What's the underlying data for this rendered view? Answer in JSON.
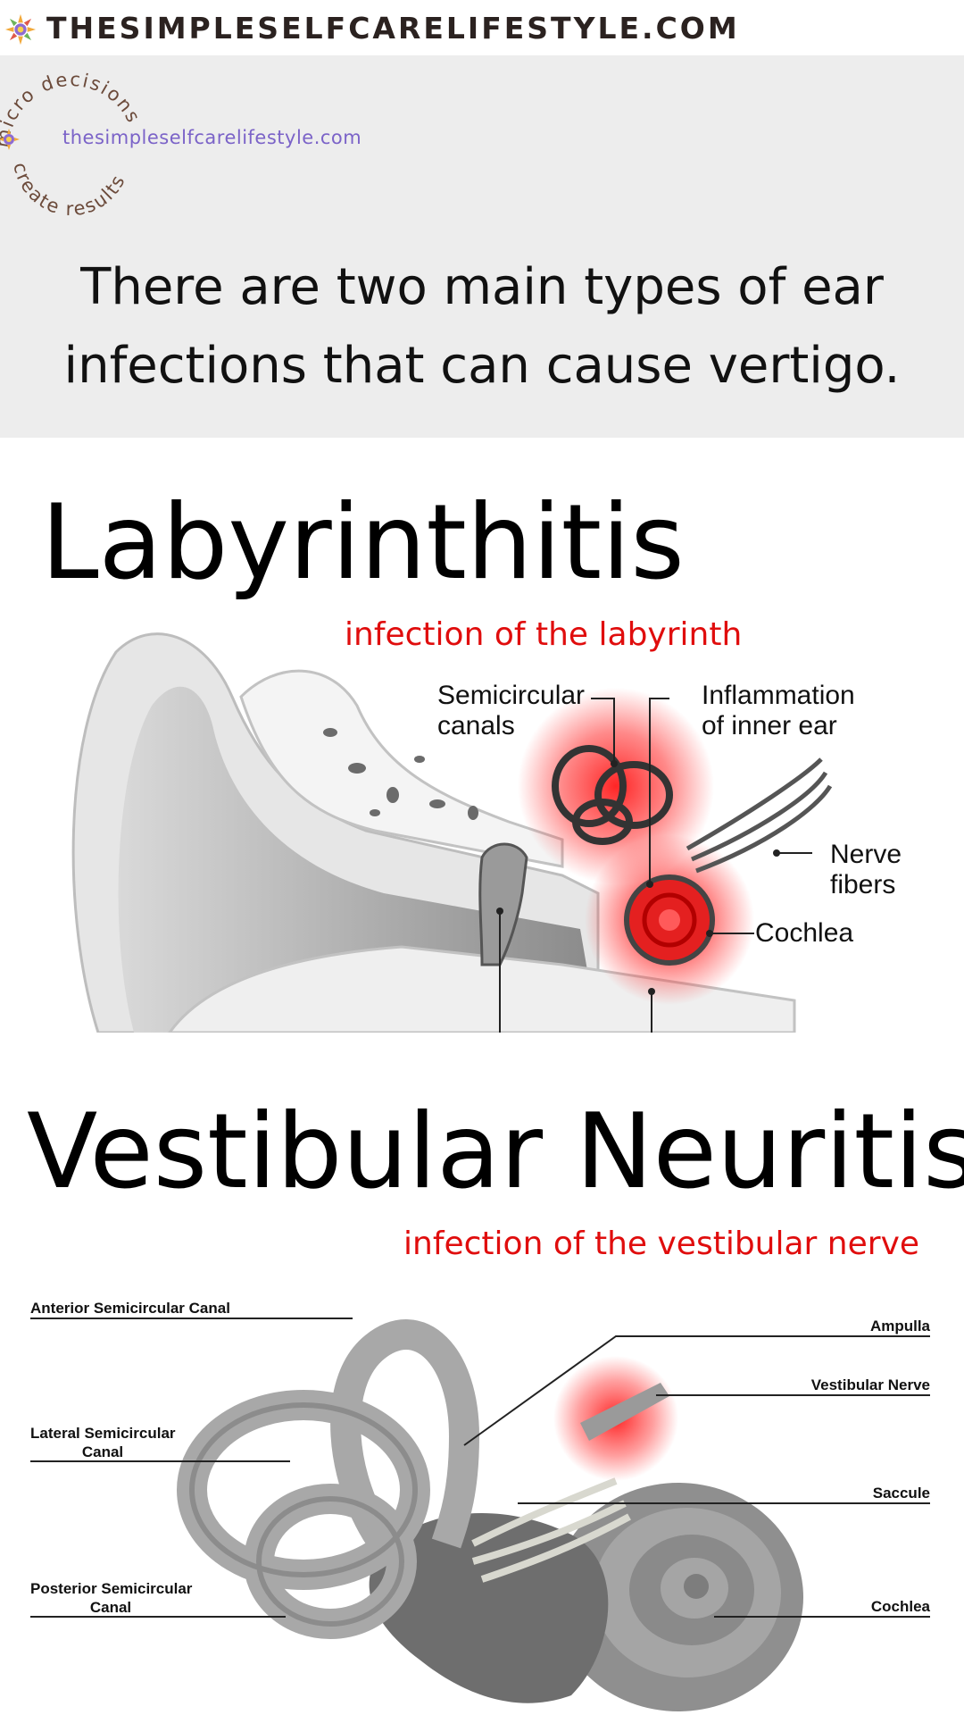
{
  "header": {
    "site_name": "THESIMPLESELFCARELIFESTYLE.COM",
    "logo_icon": "sun-flower-logo-icon"
  },
  "stamp": {
    "ring_text_top": "micro decisions",
    "ring_text_bottom": "create results",
    "url": "thesimpleselfcarelifestyle.com"
  },
  "intro": {
    "line1": "There are two main types of ear",
    "line2": "infections that can cause vertigo."
  },
  "sections": [
    {
      "title": "Labyrinthitis",
      "subtitle": "infection of the labyrinth",
      "labels": {
        "semicircular_1": "Semicircular",
        "semicircular_2": "canals",
        "inflammation_1": "Inflammation",
        "inflammation_2": "of inner ear",
        "nerve_1": "Nerve",
        "nerve_2": "fibers",
        "cochlea": "Cochlea"
      }
    },
    {
      "title": "Vestibular Neuritis",
      "subtitle": "infection of the vestibular nerve",
      "labels": {
        "anterior": "Anterior Semicircular Canal",
        "lateral_1": "Lateral Semicircular",
        "lateral_2": "Canal",
        "posterior_1": "Posterior Semicircular",
        "posterior_2": "Canal",
        "ampulla": "Ampulla",
        "vestibular_nerve": "Vestibular Nerve",
        "saccule": "Saccule",
        "cochlea": "Cochlea"
      }
    }
  ],
  "colors": {
    "accent_red": "#e00d0d",
    "stamp_url": "#7b63c8",
    "band_gray": "#ededed"
  }
}
